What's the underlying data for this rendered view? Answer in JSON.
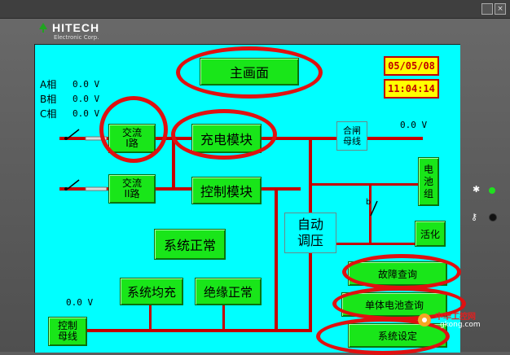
{
  "brand": {
    "logo": "HITECH",
    "subtitle": "Electronic Corp."
  },
  "window": {
    "close_glyph": "×"
  },
  "top": {
    "main_screen": "主画面",
    "date": "05/05/08",
    "time": "11:04:14"
  },
  "phases": [
    {
      "label": "A相",
      "value": "0.0 V"
    },
    {
      "label": "B相",
      "value": "0.0 V"
    },
    {
      "label": "C相",
      "value": "0.0 V"
    }
  ],
  "bus_voltage": "0.0 V",
  "control_bus_voltage": "0.0 V",
  "buttons": {
    "ac1": "交流\nI路",
    "ac2": "交流\nII路",
    "charge_module": "充电模块",
    "control_module": "控制模块",
    "closing_bus": "合闸\n母线",
    "battery_group": "电\n池\n组",
    "activate": "活化",
    "auto_regulate": "自动\n调压",
    "system_normal": "系统正常",
    "system_equalize": "系统均充",
    "insulation_normal": "绝缘正常",
    "control_bus": "控制\n母线",
    "fault_query": "故障查询",
    "cell_query": "单体电池查询",
    "system_settings": "系统设定"
  },
  "watermark": {
    "line1": "中华工控网",
    "line2": "gkong.com"
  },
  "colors": {
    "screen": "#00ffff",
    "bus": "#c40000",
    "button": "#19e619",
    "highlight": "#e01010",
    "date_bg": "#ffff00"
  }
}
